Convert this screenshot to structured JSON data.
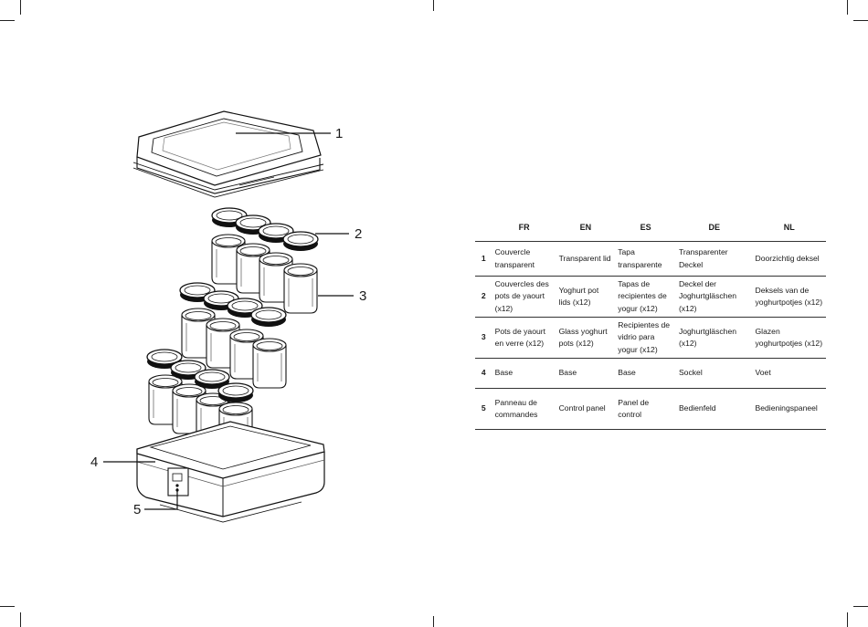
{
  "callouts": [
    "1",
    "2",
    "3",
    "4",
    "5"
  ],
  "table": {
    "headers": [
      "FR",
      "EN",
      "ES",
      "DE",
      "NL"
    ],
    "rows": [
      {
        "num": "1",
        "cells": [
          "Couvercle transparent",
          "Transparent lid",
          "Tapa transparente",
          "Transparenter Deckel",
          "Doorzichtig deksel"
        ]
      },
      {
        "num": "2",
        "cells": [
          "Couvercles des pots de yaourt (x12)",
          "Yoghurt pot lids (x12)",
          "Tapas de recipientes de yogur (x12)",
          "Deckel der Joghurtgläschen (x12)",
          "Deksels van de yoghurtpotjes (x12)"
        ]
      },
      {
        "num": "3",
        "cells": [
          "Pots de yaourt en verre (x12)",
          "Glass yoghurt pots (x12)",
          "Recipientes de vidrio para yogur (x12)",
          "Joghurtgläschen (x12)",
          "Glazen yoghurtpotjes (x12)"
        ]
      },
      {
        "num": "4",
        "cells": [
          "Base",
          "Base",
          "Base",
          "Sockel",
          "Voet"
        ]
      },
      {
        "num": "5",
        "cells": [
          "Panneau de commandes",
          "Control panel",
          "Panel de control",
          "Bedienfeld",
          "Bedieningspaneel"
        ]
      }
    ]
  },
  "icons": {
    "lid": "transparent-lid-illustration",
    "pot_lid": "pot-lid-illustration",
    "jar": "glass-jar-illustration",
    "base": "base-illustration",
    "panel": "control-panel-illustration"
  }
}
